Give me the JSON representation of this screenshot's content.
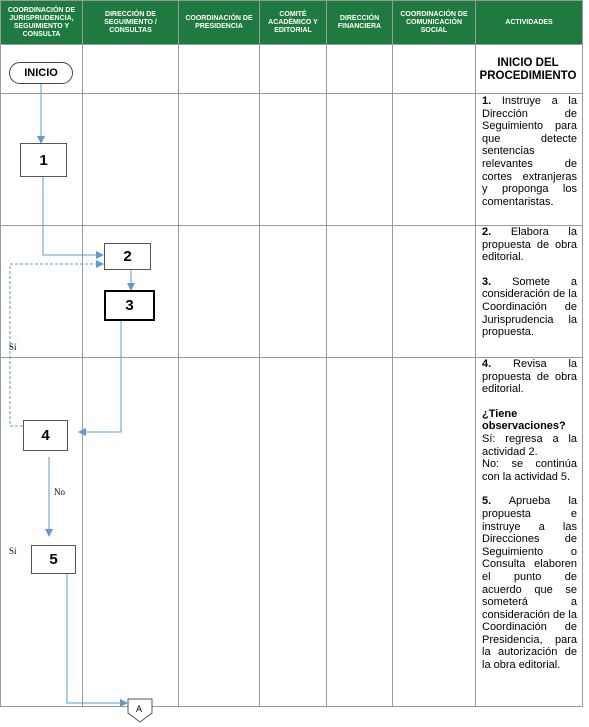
{
  "headers": [
    "COORDINACIÓN DE JURISPRUDENCIA, SEGUIMIENTO Y CONSULTA",
    "DIRECCIÓN DE SEGUIMIENTO / CONSULTAS",
    "COORDINACIÓN DE PRESIDENCIA",
    "COMITÉ ACADÉMICO Y EDITORIAL",
    "DIRECCIÓN FINANCIERA",
    "COORDINACIÓN DE COMUNICACIÓN SOCIAL",
    "ACTIVIDADES"
  ],
  "start_label": "INICIO",
  "activities": {
    "row0_title": "INICIO DEL PROCEDIMIENTO",
    "row1": [
      {
        "num": "1.",
        "text": " Instruye a la Dirección de Seguimiento para que detecte sentencias relevantes de cortes extranjeras y proponga los comentaristas."
      }
    ],
    "row2": [
      {
        "num": "2.",
        "text": " Elabora la propuesta de obra editorial."
      },
      {
        "num": "3.",
        "text": " Somete a consideración de la Coordinación de Jurisprudencia la propuesta."
      }
    ],
    "row3": {
      "a4_num": "4.",
      "a4_text": " Revisa la propuesta de obra editorial.",
      "question": "¿Tiene observaciones?",
      "yes": "Sí: regresa a la actividad 2.",
      "no": "No: se continúa con la actividad 5.",
      "a5_num": "5.",
      "a5_text": " Aprueba la propuesta e instruye a las Direcciones de Seguimiento o Consulta elaboren el punto de acuerdo que se someterá a consideración de la Coordinación de Presidencia, para la autorización de la obra editorial."
    }
  },
  "steps": [
    "1",
    "2",
    "3",
    "4",
    "5"
  ],
  "connector_label": "A",
  "flow_labels": {
    "si_loop": "Sí",
    "no": "No",
    "si_five": "Sí"
  },
  "colors": {
    "header_green": "#1e7a3e",
    "arrow_blue": "#5b9bd5",
    "grid": "#9a9a9a"
  }
}
